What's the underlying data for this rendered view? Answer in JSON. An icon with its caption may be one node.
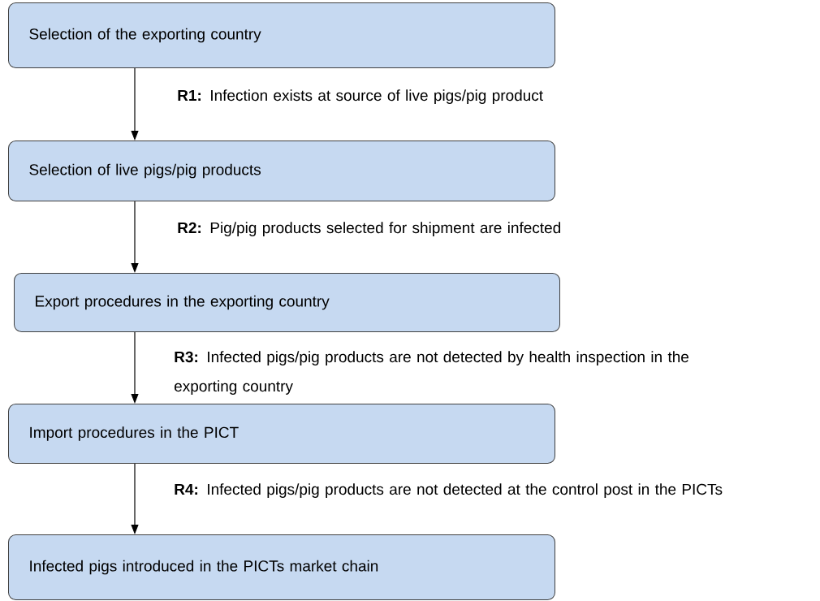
{
  "diagram": {
    "nodes": [
      {
        "text": [
          "Selection of the exporting country"
        ]
      },
      {
        "text": [
          "Selection of live pigs/pig products"
        ]
      },
      {
        "text": [
          "Export procedures in the exporting country"
        ]
      },
      {
        "text": [
          "Import procedures in the PICT"
        ]
      },
      {
        "text": [
          "Infected pigs introduced in the PICTs market chain"
        ]
      }
    ],
    "edges": [
      {
        "from": 0,
        "to": 1,
        "arrow": "to",
        "label": "**R1:** Infection exists at source of live pigs/pig product"
      },
      {
        "from": 1,
        "to": 2,
        "arrow": "to",
        "label": "**R2:** Pig/pig products selected for shipment are infected"
      },
      {
        "from": 2,
        "to": 3,
        "arrow": "to",
        "label": "**R3:** Infected pigs/pig products are not detected by health inspection in the exporting country"
      },
      {
        "from": 3,
        "to": 4,
        "arrow": "to",
        "label": "**R4:** Infected pigs/pig products are not detected at the control post in the PICTs"
      }
    ]
  }
}
